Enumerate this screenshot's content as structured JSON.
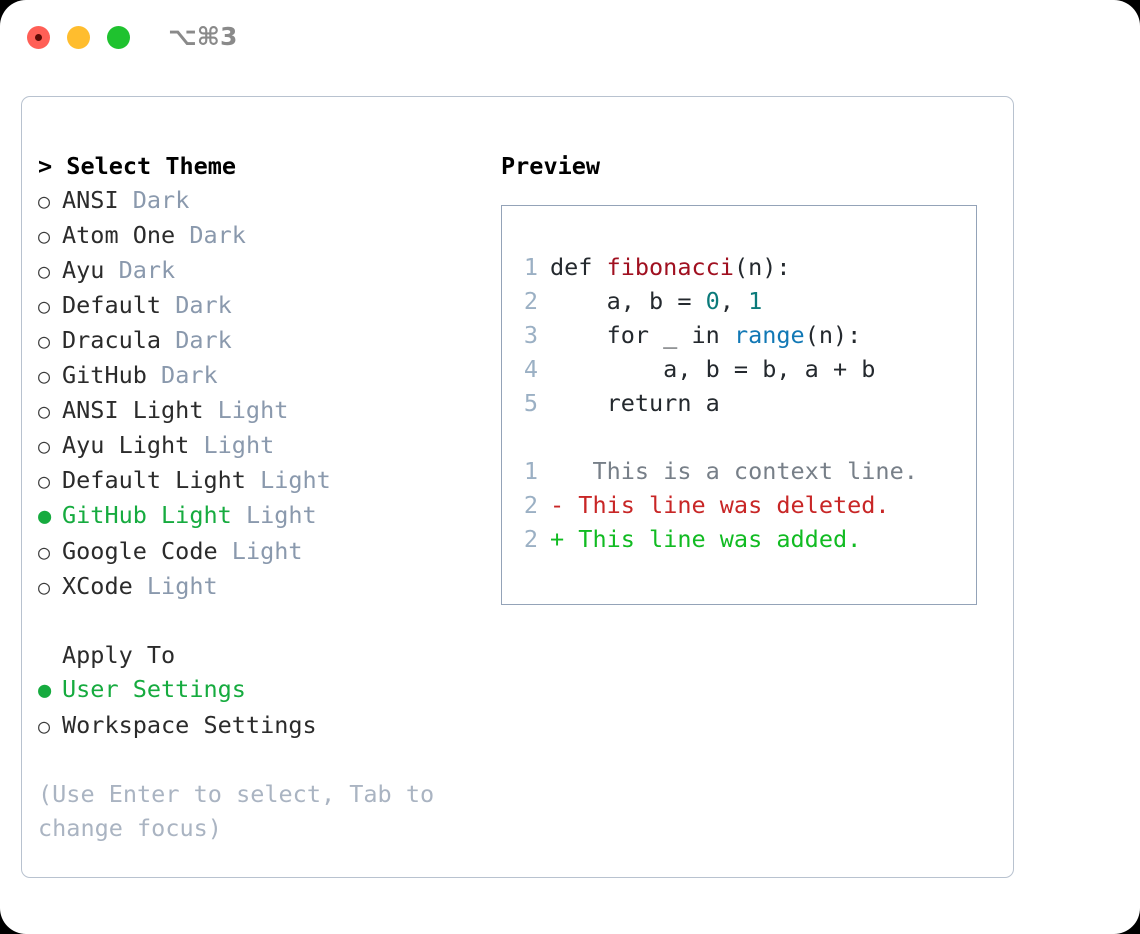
{
  "titlebar": {
    "shortcut_title": "⌥⌘3",
    "buttons": [
      {
        "name": "close",
        "color": "#ff5f56"
      },
      {
        "name": "minimize",
        "color": "#ffbd2e"
      },
      {
        "name": "zoom",
        "color": "#1fc22f"
      }
    ]
  },
  "theme_panel": {
    "header": "> Select Theme",
    "bullet_empty": "○",
    "bullet_filled": "●",
    "selected_color": "#16ab3f",
    "tag_color": "#8a99ad",
    "items": [
      {
        "label": "ANSI",
        "tag": "Dark",
        "selected": false
      },
      {
        "label": "Atom One",
        "tag": "Dark",
        "selected": false
      },
      {
        "label": "Ayu",
        "tag": "Dark",
        "selected": false
      },
      {
        "label": "Default",
        "tag": "Dark",
        "selected": false
      },
      {
        "label": "Dracula",
        "tag": "Dark",
        "selected": false
      },
      {
        "label": "GitHub",
        "tag": "Dark",
        "selected": false
      },
      {
        "label": "ANSI Light",
        "tag": "Light",
        "selected": false
      },
      {
        "label": "Ayu Light",
        "tag": "Light",
        "selected": false
      },
      {
        "label": "Default Light",
        "tag": "Light",
        "selected": false
      },
      {
        "label": "GitHub Light",
        "tag": "Light",
        "selected": true
      },
      {
        "label": "Google Code",
        "tag": "Light",
        "selected": false
      },
      {
        "label": "XCode",
        "tag": "Light",
        "selected": false
      }
    ]
  },
  "apply_to": {
    "header": "Apply To",
    "options": [
      {
        "label": "User Settings",
        "selected": true
      },
      {
        "label": "Workspace Settings",
        "selected": false
      }
    ]
  },
  "hint": "(Use Enter to select, Tab to change focus)",
  "preview": {
    "header": "Preview",
    "border_color": "#94a3b8",
    "lineno_color": "#9bb0c4",
    "code_lines": [
      {
        "lineno": "1",
        "tokens": [
          {
            "text": "def ",
            "type": "plain"
          },
          {
            "text": "fibonacci",
            "type": "fn"
          },
          {
            "text": "(n):",
            "type": "plain"
          }
        ]
      },
      {
        "lineno": "2",
        "tokens": [
          {
            "text": "    a, b = ",
            "type": "plain"
          },
          {
            "text": "0",
            "type": "num"
          },
          {
            "text": ", ",
            "type": "plain"
          },
          {
            "text": "1",
            "type": "num"
          }
        ]
      },
      {
        "lineno": "3",
        "tokens": [
          {
            "text": "    for _ in ",
            "type": "plain"
          },
          {
            "text": "range",
            "type": "call"
          },
          {
            "text": "(n):",
            "type": "plain"
          }
        ]
      },
      {
        "lineno": "4",
        "tokens": [
          {
            "text": "        a, b = b, a + b",
            "type": "plain"
          }
        ]
      },
      {
        "lineno": "5",
        "tokens": [
          {
            "text": "    return a",
            "type": "plain"
          }
        ]
      }
    ],
    "diff_lines": [
      {
        "lineno": "1",
        "marker": " ",
        "text": "  This is a context line.",
        "kind": "ctx"
      },
      {
        "lineno": "2",
        "marker": "-",
        "text": " This line was deleted.",
        "kind": "del"
      },
      {
        "lineno": "2",
        "marker": "+",
        "text": " This line was added.",
        "kind": "add"
      }
    ]
  }
}
